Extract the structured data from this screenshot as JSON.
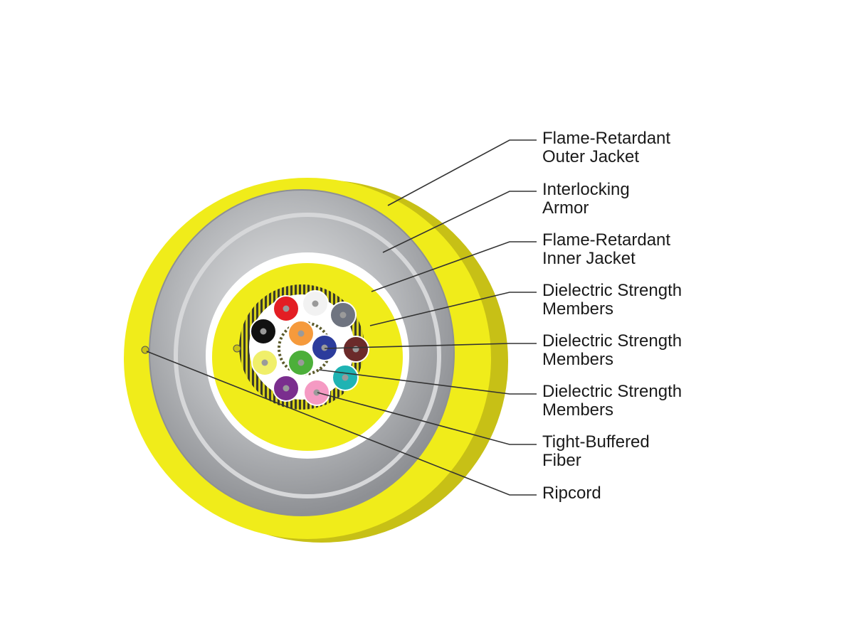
{
  "labels": [
    {
      "id": "outer-jacket",
      "lines": [
        "Flame-Retardant",
        "Outer Jacket"
      ]
    },
    {
      "id": "armor",
      "lines": [
        "Interlocking",
        "Armor"
      ]
    },
    {
      "id": "inner-jacket",
      "lines": [
        "Flame-Retardant",
        "Inner Jacket"
      ]
    },
    {
      "id": "strength-1",
      "lines": [
        "Dielectric Strength",
        "Members"
      ]
    },
    {
      "id": "strength-2",
      "lines": [
        "Dielectric Strength",
        "Members"
      ]
    },
    {
      "id": "strength-3",
      "lines": [
        "Dielectric Strength",
        "Members"
      ]
    },
    {
      "id": "tight-buffered-fiber",
      "lines": [
        "Tight-Buffered",
        "Fiber"
      ]
    },
    {
      "id": "ripcord",
      "lines": [
        "Ripcord"
      ]
    }
  ],
  "fibers": [
    {
      "color": "#e31e24"
    },
    {
      "color": "#f2f2f2"
    },
    {
      "color": "#6f7480"
    },
    {
      "color": "#6b2a2a"
    },
    {
      "color": "#1fb3b3"
    },
    {
      "color": "#f59ac3"
    },
    {
      "color": "#7a2e8e"
    },
    {
      "color": "#f0ef6a"
    },
    {
      "color": "#111111"
    }
  ],
  "inner_fibers": [
    {
      "color": "#f59a3c"
    },
    {
      "color": "#2c3c9c"
    },
    {
      "color": "#4caf3a"
    }
  ],
  "colors": {
    "jacket": "#f0ec1a",
    "jacket_edge": "#c9c216",
    "armor": "#a9abae",
    "leader": "#333333"
  }
}
